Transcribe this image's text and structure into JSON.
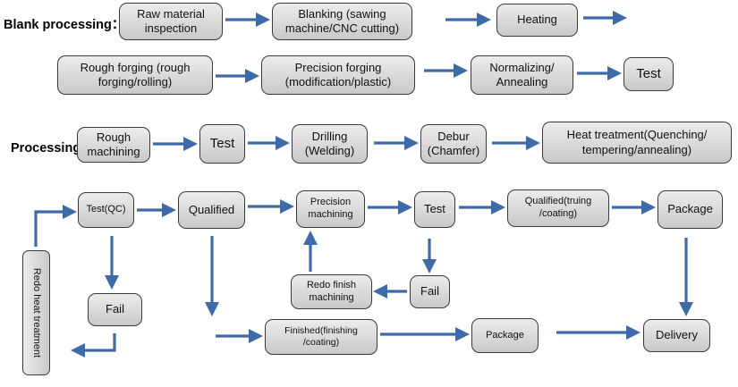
{
  "labels": {
    "blank": "Blank processing：",
    "processing": "Processing:"
  },
  "nodes": {
    "raw_material": "Raw material\ninspection",
    "blanking": "Blanking (sawing\nmachine/CNC cutting)",
    "heating": "Heating",
    "rough_forging": "Rough forging (rough\nforging/rolling)",
    "precision_forging": "Precision forging\n(modification/plastic)",
    "normalizing": "Normalizing/\nAnnealing",
    "test_blank": "Test",
    "rough_machining": "Rough\nmachining",
    "test_proc": "Test",
    "drilling": "Drilling\n(Welding)",
    "debur": "Debur\n(Chamfer)",
    "heat_treatment": "Heat treatment(Quenching/\ntempering/annealing)",
    "test_qc": "Test(QC)",
    "qualified": "Qualified",
    "precision_machining": "Precision\nmachining",
    "test_final": "Test",
    "qualified_truing": "Qualified(truing\n/coating)",
    "package_top": "Package",
    "redo_finish": "Redo finish\nmachining",
    "fail_right": "Fail",
    "fail_left": "Fail",
    "finished": "Finished(finishing\n/coating)",
    "package_bottom": "Package",
    "delivery": "Delivery",
    "redo_heat": "Redo heat treatment"
  },
  "colors": {
    "arrow": "#3f6aa8",
    "box_border": "#3a3a3a"
  }
}
